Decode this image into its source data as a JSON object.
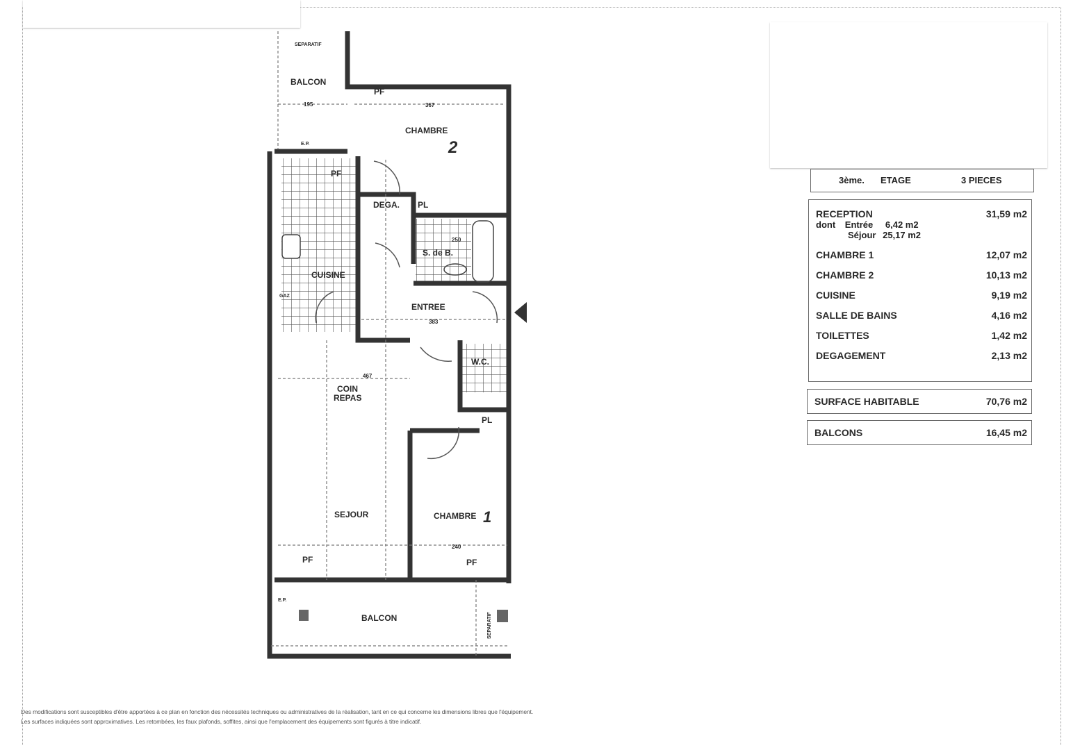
{
  "header": {
    "floor": "3ème.",
    "floor_label": "ETAGE",
    "rooms": "3 PIECES"
  },
  "surfaces": {
    "reception": {
      "label": "RECEPTION",
      "value": "31,59 m2",
      "dont": "dont",
      "entree_label": "Entrée",
      "entree_value": "6,42 m2",
      "sejour_label": "Séjour",
      "sejour_value": "25,17 m2"
    },
    "rows": [
      {
        "label": "CHAMBRE 1",
        "value": "12,07 m2"
      },
      {
        "label": "CHAMBRE 2",
        "value": "10,13 m2"
      },
      {
        "label": "CUISINE",
        "value": "9,19 m2"
      },
      {
        "label": "SALLE DE BAINS",
        "value": "4,16 m2"
      },
      {
        "label": "TOILETTES",
        "value": "1,42 m2"
      },
      {
        "label": "DEGAGEMENT",
        "value": "2,13 m2"
      }
    ],
    "total": {
      "label": "SURFACE HABITABLE",
      "value": "70,76 m2"
    },
    "balcons": {
      "label": "BALCONS",
      "value": "16,45 m2"
    }
  },
  "plan": {
    "balcon_top": "BALCON",
    "separatif": "SEPARATIF",
    "ep": "E.P.",
    "pf": "PF",
    "pl": "PL",
    "chambre2": "CHAMBRE",
    "chambre2_num": "2",
    "chambre1": "CHAMBRE",
    "chambre1_num": "1",
    "dega": "DEGA.",
    "sdb": "S. de B.",
    "cuisine": "CUISINE",
    "gaz": "GAZ",
    "entree": "ENTREE",
    "wc": "W.C.",
    "coin_repas": "COIN",
    "coin_repas2": "REPAS",
    "sejour": "SEJOUR",
    "balcon_bottom": "BALCON",
    "dims": {
      "d367": "367",
      "d383": "383",
      "d467": "467",
      "d240": "240",
      "d250": "250",
      "d195": "195"
    }
  },
  "footer": {
    "line1": "Des modifications sont susceptibles d'être apportées à ce plan en fonction des nécessités techniques ou administratives de la réalisation, tant en ce qui concerne les dimensions libres que l'équipement.",
    "line2": "Les surfaces indiquées sont approximatives. Les retombées, les faux plafonds, soffites, ainsi que l'emplacement des équipements sont figurés à titre indicatif."
  }
}
